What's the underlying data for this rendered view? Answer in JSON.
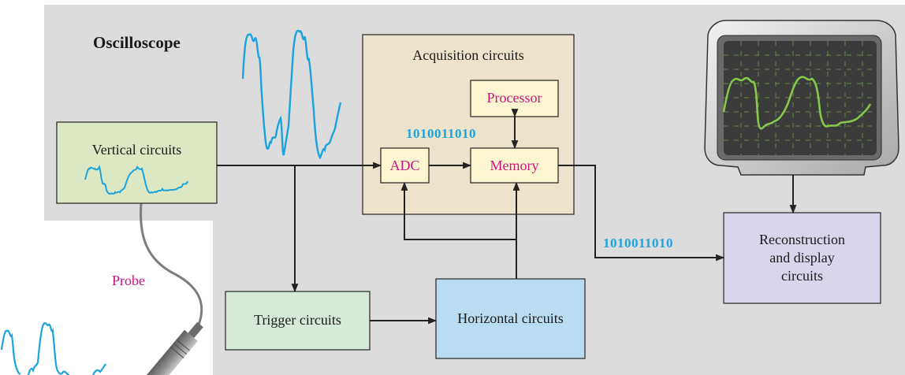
{
  "diagram": {
    "title": "Oscilloscope",
    "blocks": {
      "vertical": "Vertical circuits",
      "acquisition": "Acquisition circuits",
      "processor": "Processor",
      "adc": "ADC",
      "memory": "Memory",
      "trigger": "Trigger circuits",
      "horizontal": "Horizontal circuits",
      "reconstruction": [
        "Reconstruction",
        "and display",
        "circuits"
      ]
    },
    "probe_label": "Probe",
    "binary_top": "1010011010",
    "binary_bottom": "1010011010"
  },
  "colors": {
    "panel": "#dcdcdc",
    "vertical_box": "#dce8c4",
    "acquisition_box": "#ede3cc",
    "inner_box": "#fbf6cf",
    "trigger_box": "#d6ead7",
    "horizontal_box": "#b9dcf1",
    "reconstruction_box": "#d9d6ec",
    "signal_blue": "#1aa3dc",
    "screen_trace": "#86c94a",
    "accent_pink": "#cc1480",
    "arrow": "#222222"
  },
  "icons": [
    "crt-screen-icon",
    "probe-icon"
  ]
}
